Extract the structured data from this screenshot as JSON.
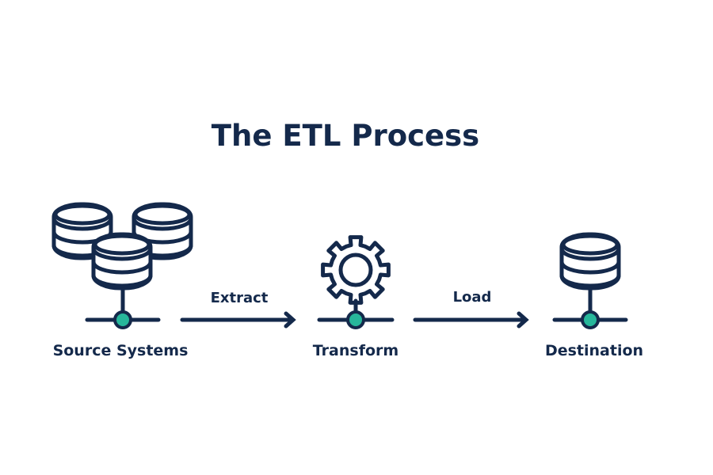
{
  "title": "The ETL Process",
  "colors": {
    "navy": "#14294b",
    "accent": "#27b79b",
    "background": "#ffffff"
  },
  "nodes": [
    {
      "id": "source",
      "label": "Source Systems",
      "icon": "database-cluster-icon"
    },
    {
      "id": "transform",
      "label": "Transform",
      "icon": "gear-icon"
    },
    {
      "id": "destination",
      "label": "Destination",
      "icon": "database-icon"
    }
  ],
  "edges": [
    {
      "from": "source",
      "to": "transform",
      "label": "Extract"
    },
    {
      "from": "transform",
      "to": "destination",
      "label": "Load"
    }
  ]
}
